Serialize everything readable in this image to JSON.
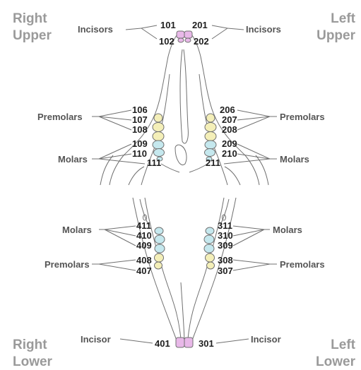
{
  "corners": {
    "right_upper": [
      "Right",
      "Upper"
    ],
    "left_upper": [
      "Left",
      "Upper"
    ],
    "right_lower": [
      "Right",
      "Lower"
    ],
    "left_lower": [
      "Left",
      "Lower"
    ]
  },
  "labels": {
    "incisors": "Incisors",
    "premolars": "Premolars",
    "molars": "Molars",
    "incisor": "Incisor"
  },
  "teeth": {
    "upper_incisors": {
      "right": [
        "101",
        "102"
      ],
      "left": [
        "201",
        "202"
      ]
    },
    "upper_cheek": {
      "right": [
        "106",
        "107",
        "108",
        "109",
        "110",
        "111"
      ],
      "left": [
        "206",
        "207",
        "208",
        "209",
        "210",
        "211"
      ]
    },
    "lower_cheek": {
      "right": [
        "411",
        "410",
        "409",
        "408",
        "407"
      ],
      "left": [
        "311",
        "310",
        "309",
        "308",
        "307"
      ]
    },
    "lower_incisors": {
      "right": "401",
      "left": "301"
    }
  },
  "colors": {
    "premolar": "#f4efb8",
    "molar": "#c5e8ee",
    "incisor": "#e8b8e8",
    "outline": "#707070",
    "text_label": "#555555",
    "text_corner": "#9a9a9a",
    "text_number": "#1e1e1e"
  }
}
